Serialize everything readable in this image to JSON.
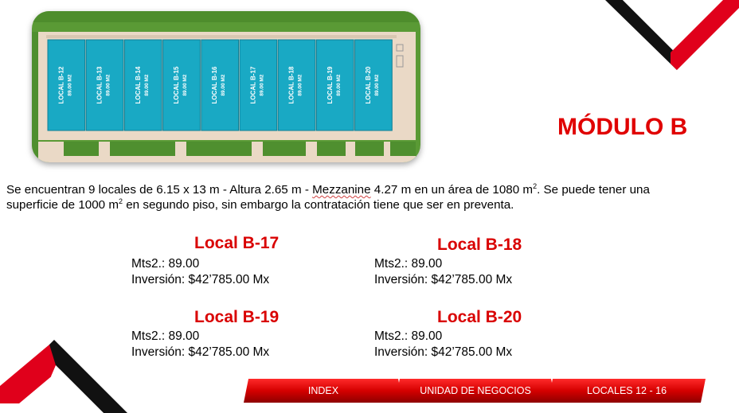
{
  "module": {
    "title": "MÓDULO B"
  },
  "description": {
    "part1": "Se encuentran 9 locales de 6.15 x 13 m - Altura 2.65 m - ",
    "mezzanine_word": "Mezzanine",
    "part2": " 4.27 m en un área de 1080 m",
    "sup1": "2",
    "part3": ".  Se puede tener una",
    "part4": "superficie de 1000 m",
    "sup2": "2",
    "part5": " en segundo piso, sin embargo la contratación tiene que ser en preventa."
  },
  "plan": {
    "units": [
      {
        "label": "LOCAL B-12",
        "area": "89.00 M2"
      },
      {
        "label": "LOCAL B-13",
        "area": "89.00 M2"
      },
      {
        "label": "LOCAL B-14",
        "area": "89.00 M2"
      },
      {
        "label": "LOCAL B-15",
        "area": "89.00 M2"
      },
      {
        "label": "LOCAL B-16",
        "area": "89.00 M2"
      },
      {
        "label": "LOCAL B-17",
        "area": "89.00 M2"
      },
      {
        "label": "LOCAL B-18",
        "area": "89.00 M2"
      },
      {
        "label": "LOCAL B-19",
        "area": "89.00 M2"
      },
      {
        "label": "LOCAL B-20",
        "area": "89.00 M2"
      }
    ]
  },
  "locales": [
    {
      "name": "Local B-17",
      "mts": "Mts2.: 89.00",
      "inversion": "Inversión: $42’785.00 Mx"
    },
    {
      "name": "Local B-18",
      "mts": "Mts2.: 89.00",
      "inversion": "Inversión: $42’785.00 Mx"
    },
    {
      "name": "Local B-19",
      "mts": "Mts2.: 89.00",
      "inversion": "Inversión: $42’785.00 Mx"
    },
    {
      "name": "Local B-20",
      "mts": "Mts2.: 89.00",
      "inversion": "Inversión: $42’785.00 Mx"
    }
  ],
  "nav": {
    "index": "INDEX",
    "unidad": "UNIDAD DE NEGOCIOS",
    "locales": "LOCALES  12 - 16"
  },
  "colors": {
    "accent_red": "#e00000",
    "unit_teal": "#19a9c4",
    "grass": "#4f8f2f"
  }
}
